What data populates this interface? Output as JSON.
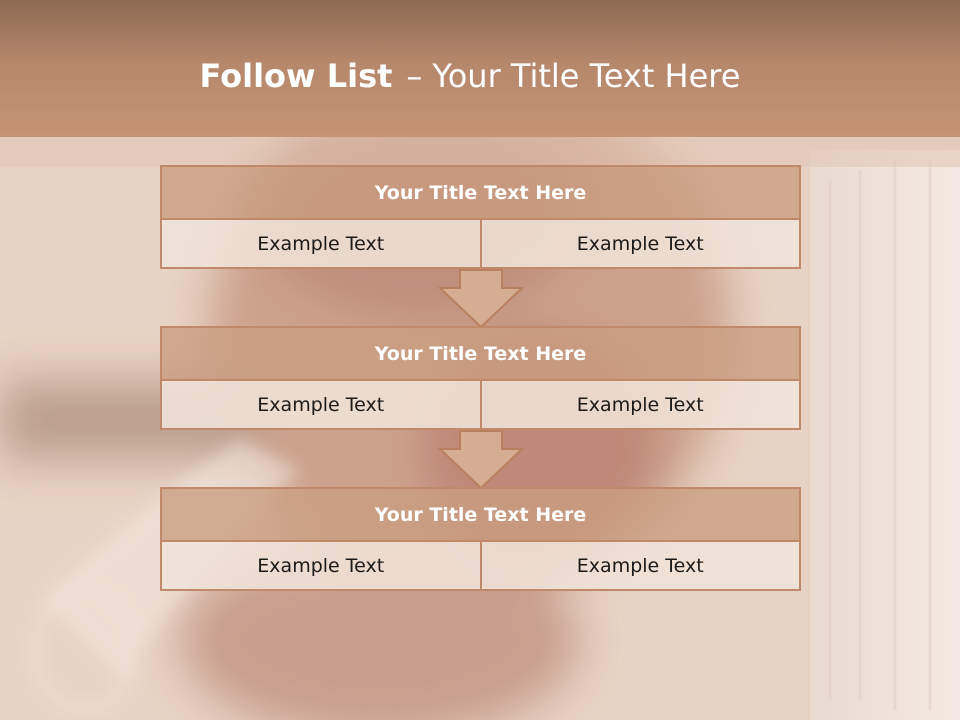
{
  "slide": {
    "title_bold": "Follow List",
    "title_dash": "–",
    "title_rest": "Your Title Text Here"
  },
  "blocks": [
    {
      "title": "Your Title Text Here",
      "left": "Example Text",
      "right": "Example Text"
    },
    {
      "title": "Your Title Text Here",
      "left": "Example Text",
      "right": "Example Text"
    },
    {
      "title": "Your Title Text Here",
      "left": "Example Text",
      "right": "Example Text"
    }
  ],
  "colors": {
    "header": "#b5876b",
    "block_head": "#c99e80",
    "cell": "#f0e2d8",
    "border": "#c08a6a",
    "arrow_fill": "#d4ad92"
  }
}
